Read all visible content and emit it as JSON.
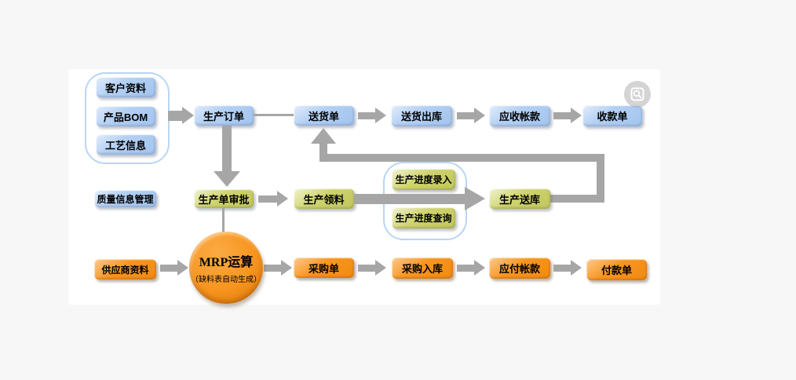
{
  "canvas": {
    "background": "#f7f7f7",
    "panel_background": "#ffffff"
  },
  "colors": {
    "node_blue": "#a8c9f0",
    "node_green": "#cbcf69",
    "node_orange": "#f7941e",
    "connector_gray": "#a6a6a6",
    "group_border_blue": "#b9d6f2"
  },
  "icons": {
    "preview": "magnifier-preview-icon"
  },
  "nodes": {
    "customer_info": "客户资料",
    "product_bom": "产品BOM",
    "process_info": "工艺信息",
    "production_order": "生产订单",
    "delivery_note": "送货单",
    "delivery_outbound": "送货出库",
    "accounts_receivable": "应收帐款",
    "receipt_note": "收款单",
    "quality_info_mgmt": "质量信息管理",
    "production_order_approval": "生产单审批",
    "production_material_requisition": "生产领料",
    "production_progress_entry": "生产进度录入",
    "production_progress_query": "生产进度查询",
    "production_delivery_to_warehouse": "生产送库",
    "supplier_info": "供应商资料",
    "mrp": {
      "title": "MRP运算",
      "subtitle": "（缺料表自动生成）"
    },
    "purchase_order": "采购单",
    "purchase_inbound": "采购入库",
    "accounts_payable": "应付帐款",
    "payment_note": "付款单"
  },
  "flows": {
    "sales": [
      "生产订单",
      "送货单",
      "送货出库",
      "应收帐款",
      "收款单"
    ],
    "production": [
      "生产单审批",
      "生产领料",
      "生产送库",
      "送货单"
    ],
    "purchase": [
      "供应商资料",
      "MRP运算",
      "采购单",
      "采购入库",
      "应付帐款",
      "付款单"
    ]
  }
}
